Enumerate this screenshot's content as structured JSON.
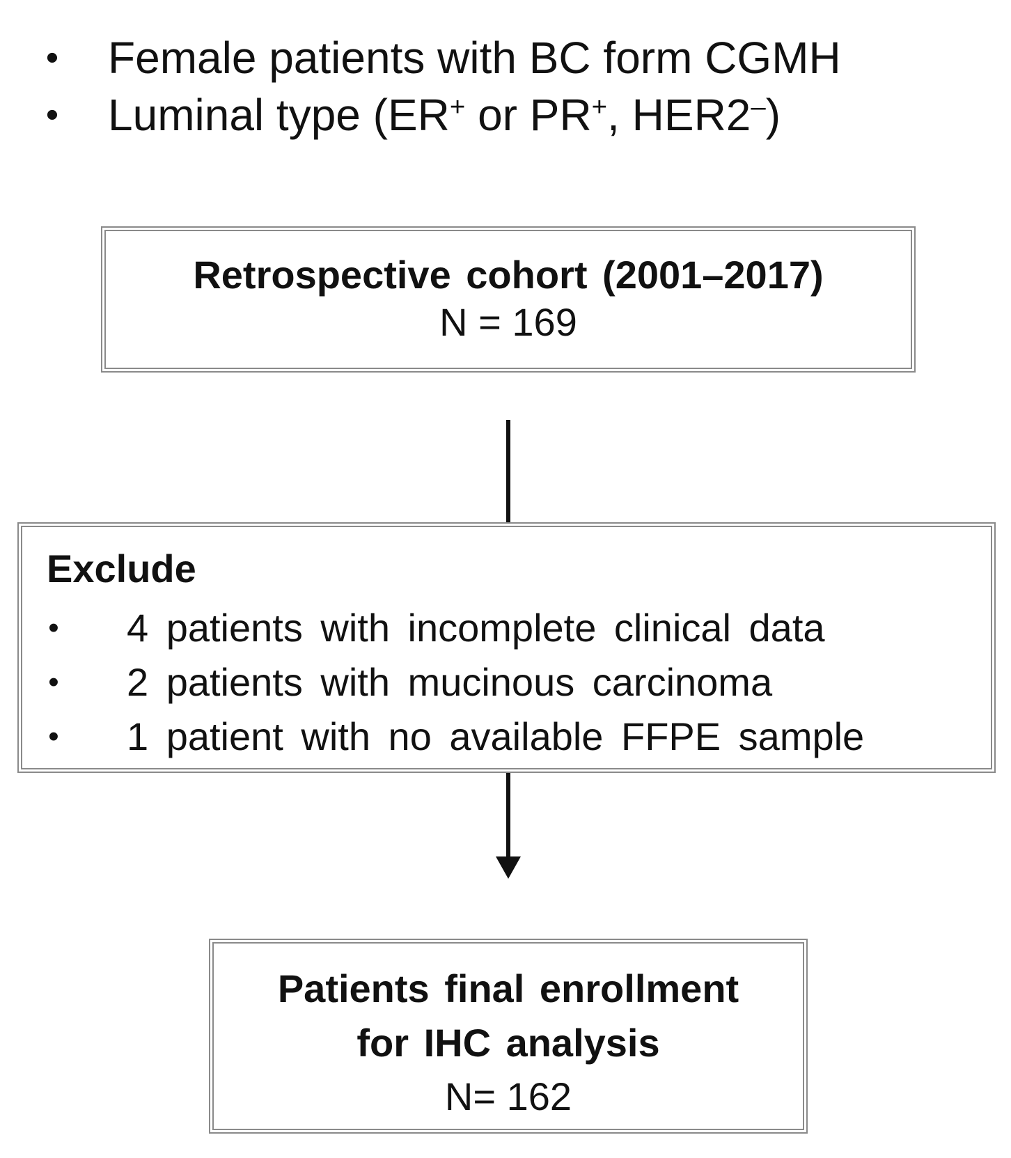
{
  "criteria": [
    {
      "bullet": "•",
      "text": "Female patients with BC form CGMH"
    },
    {
      "bullet": "•",
      "text_parts": [
        "Luminal type (ER",
        "+",
        " or PR",
        "+",
        ", HER2",
        "–",
        ")"
      ]
    }
  ],
  "cohort": {
    "title": "Retrospective cohort (2001–2017)",
    "count": "N = 169"
  },
  "exclude": {
    "title": "Exclude",
    "items": [
      {
        "bullet": "•",
        "text": "4 patients with incomplete clinical data"
      },
      {
        "bullet": "•",
        "text": "2 patients with mucinous carcinoma"
      },
      {
        "bullet": "•",
        "text": "1 patient with no available FFPE sample"
      }
    ]
  },
  "final": {
    "title_line1": "Patients final enrollment",
    "title_line2": "for IHC analysis",
    "count": "N= 162"
  },
  "colors": {
    "text": "#111111",
    "box_border": "#8a8a8a",
    "connector": "#111111"
  }
}
